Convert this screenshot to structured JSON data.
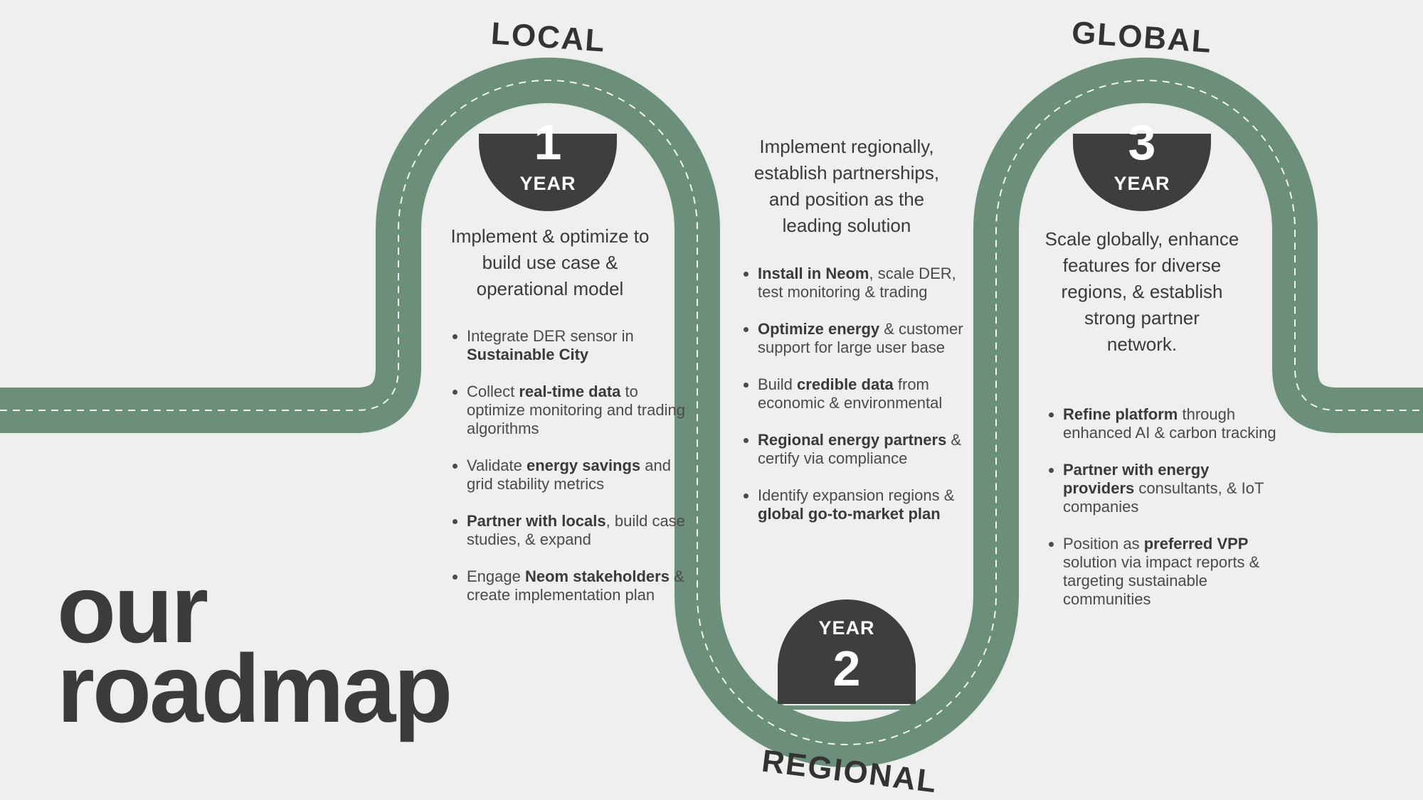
{
  "stage_labels": {
    "local": "LOCAL",
    "regional": "REGIONAL",
    "global": "GLOBAL"
  },
  "colors": {
    "road": "#6b8f7b",
    "road_edge": "#e8efe9",
    "badge": "#3e3e3e",
    "background": "#efefef",
    "text": "#3d3d3d"
  },
  "years": [
    {
      "num": "1",
      "word": "YEAR"
    },
    {
      "num": "2",
      "word": "YEAR"
    },
    {
      "num": "3",
      "word": "YEAR"
    }
  ],
  "stage1": {
    "heading": [
      "Implement & optimize to",
      "build use case &",
      "operational model"
    ],
    "bullets": [
      [
        {
          "t": "Integrate DER sensor in "
        },
        {
          "t": "Sustainable City",
          "b": true
        }
      ],
      [
        {
          "t": "Collect "
        },
        {
          "t": "real-time data",
          "b": true
        },
        {
          "t": " to optimize monitoring and trading algorithms"
        }
      ],
      [
        {
          "t": "Validate "
        },
        {
          "t": "energy savings",
          "b": true
        },
        {
          "t": " and grid stability metrics"
        }
      ],
      [
        {
          "t": "Partner with locals",
          "b": true
        },
        {
          "t": ", build case studies, & expand"
        }
      ],
      [
        {
          "t": "Engage "
        },
        {
          "t": "Neom stakeholders",
          "b": true
        },
        {
          "t": " & create implementation plan"
        }
      ]
    ]
  },
  "stage2": {
    "heading": [
      "Implement regionally,",
      "establish partnerships,",
      "and position as the",
      "leading solution"
    ],
    "bullets": [
      [
        {
          "t": "Install in Neom",
          "b": true
        },
        {
          "t": ", scale DER, test monitoring & trading"
        }
      ],
      [
        {
          "t": "Optimize energy",
          "b": true
        },
        {
          "t": " & customer support for large user base"
        }
      ],
      [
        {
          "t": "Build "
        },
        {
          "t": "credible data",
          "b": true
        },
        {
          "t": " from economic & environmental"
        }
      ],
      [
        {
          "t": "Regional energy partners",
          "b": true
        },
        {
          "t": " & certify via compliance"
        }
      ],
      [
        {
          "t": "Identify expansion regions & "
        },
        {
          "t": "global go-to-market plan",
          "b": true
        }
      ]
    ]
  },
  "stage3": {
    "heading": [
      "Scale globally, enhance",
      "features for diverse",
      "regions, & establish",
      "strong partner",
      "network."
    ],
    "bullets": [
      [
        {
          "t": "Refine platform",
          "b": true
        },
        {
          "t": " through enhanced AI & carbon tracking"
        }
      ],
      [
        {
          "t": "Partner with energy providers",
          "b": true
        },
        {
          "t": " consultants, & IoT companies"
        }
      ],
      [
        {
          "t": "Position as "
        },
        {
          "t": "preferred VPP",
          "b": true
        },
        {
          "t": " solution via impact reports & targeting sustainable communities"
        }
      ]
    ]
  },
  "title": {
    "line1": "our",
    "line2": "roadmap"
  }
}
